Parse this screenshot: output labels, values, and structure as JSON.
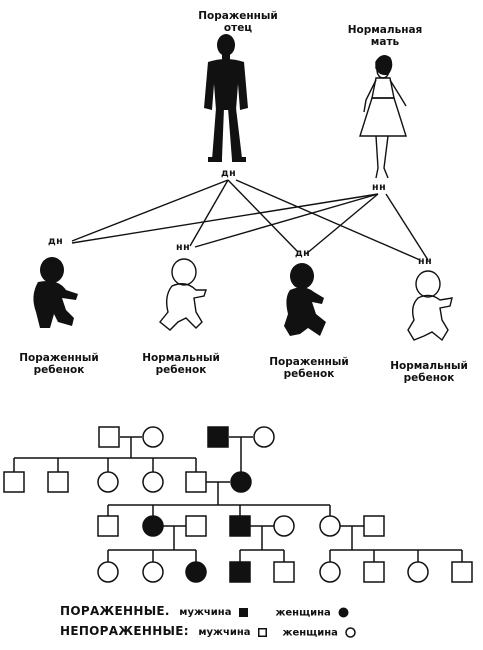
{
  "parents": {
    "father": {
      "label_line1": "Пораженный",
      "label_line2": "отец",
      "genotype": "дн"
    },
    "mother": {
      "label_line1": "Нормальная",
      "label_line2": "мать",
      "genotype": "нн"
    }
  },
  "children": [
    {
      "label_line1": "Пораженный",
      "label_line2": "ребенок",
      "genotype": "дн",
      "affected": true
    },
    {
      "label_line1": "Нормальный",
      "label_line2": "ребенок",
      "genotype": "нн",
      "affected": false
    },
    {
      "label_line1": "Пораженный",
      "label_line2": "ребенок",
      "genotype": "дн",
      "affected": true
    },
    {
      "label_line1": "Нормальный",
      "label_line2": "ребенок",
      "genotype": "нн",
      "affected": false
    }
  ],
  "legend": {
    "affected_title": "ПОРАЖЕННЫЕ.",
    "unaffected_title": "НЕПОРАЖЕННЫЕ:",
    "male": "мужчина",
    "female": "женщина"
  }
}
